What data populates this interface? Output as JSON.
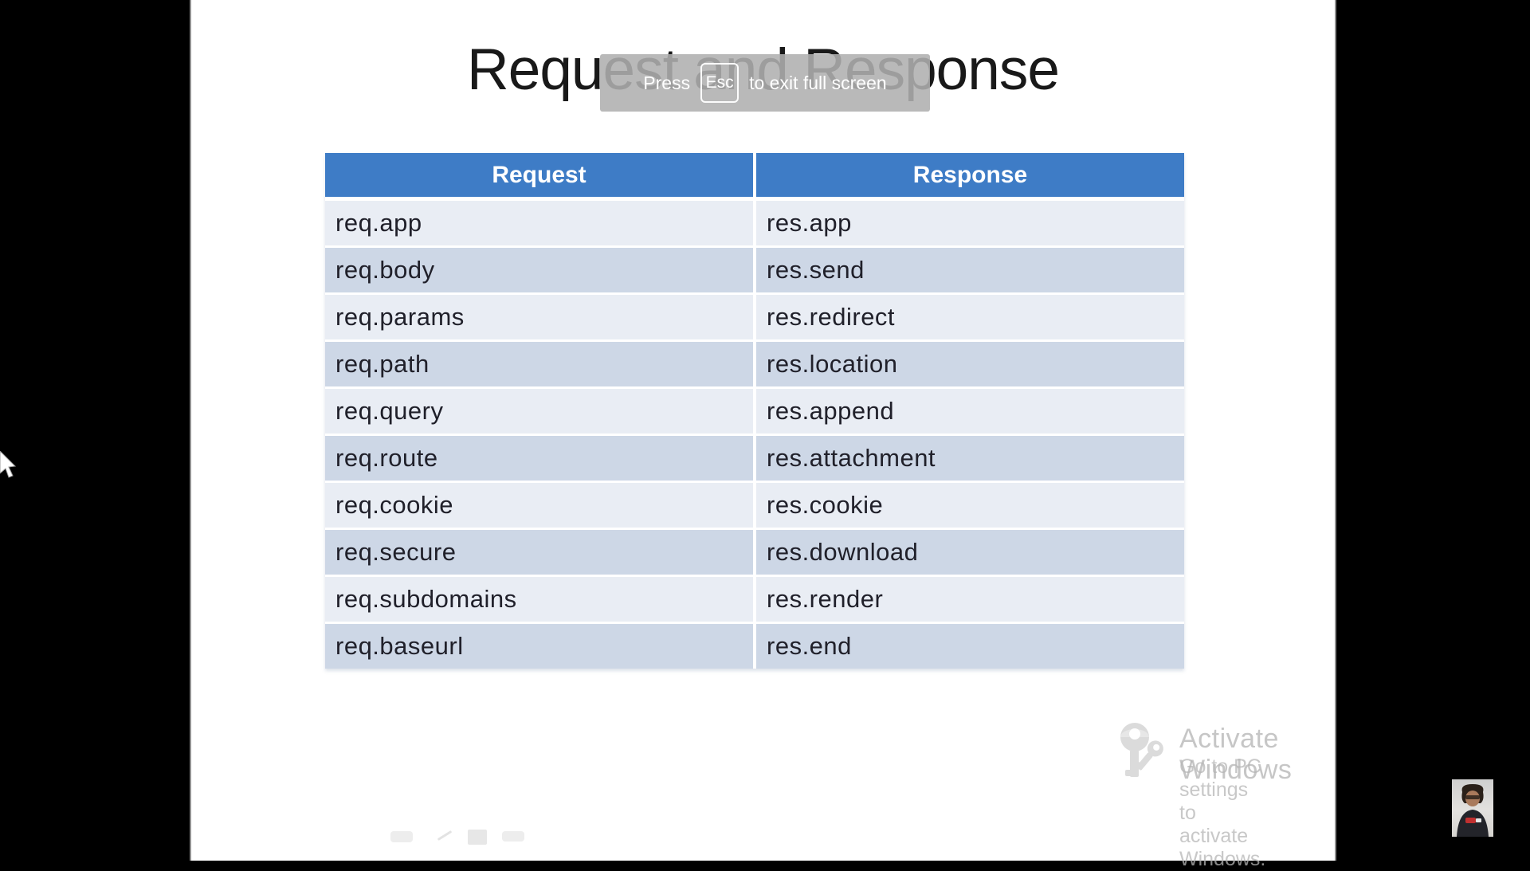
{
  "slide": {
    "title": "Request and Response",
    "table": {
      "headers": [
        "Request",
        "Response"
      ],
      "rows": [
        [
          "req.app",
          "res.app"
        ],
        [
          "req.body",
          "res.send"
        ],
        [
          "req.params",
          "res.redirect"
        ],
        [
          "req.path",
          "res.location"
        ],
        [
          "req.query",
          "res.append"
        ],
        [
          "req.route",
          "res.attachment"
        ],
        [
          "req.cookie",
          "res.cookie"
        ],
        [
          "req.secure",
          "res.download"
        ],
        [
          "req.subdomains",
          "res.render"
        ],
        [
          "req.baseurl",
          "res.end"
        ]
      ]
    }
  },
  "fullscreen_toast": {
    "prefix": "Press",
    "key_label": "Esc",
    "suffix": "to exit full screen"
  },
  "activation_watermark": {
    "title": "Activate Windows",
    "subtitle": "Go to PC settings to activate Windows.",
    "icon": "key-icon"
  },
  "icons": {
    "cursor": "mouse-arrow-cursor",
    "webcam": "presenter-webcam-thumbnail",
    "presenter_controls": [
      "slide-nav-previous-icon",
      "pen-tool-icon",
      "slides-panel-icon",
      "slide-nav-next-icon"
    ]
  },
  "colors": {
    "table_header_bg": "#3e7cc6",
    "table_row_odd_bg": "#cdd7e6",
    "table_row_even_bg": "#e9edf4",
    "slide_bg": "#ffffff",
    "letterbox_bg": "#000000",
    "toast_bg_rgba": "rgba(175,175,175,0.88)"
  }
}
